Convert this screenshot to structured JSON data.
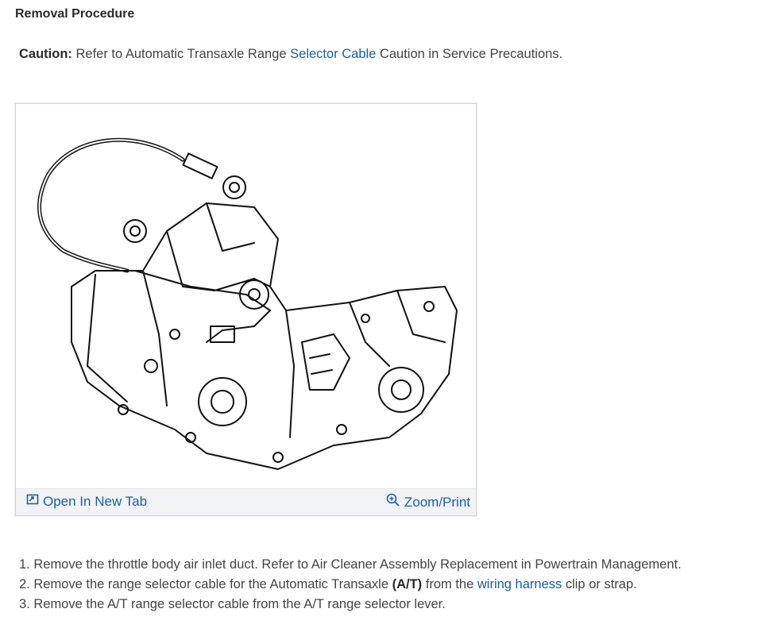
{
  "heading": "Removal Procedure",
  "caution": {
    "label": "Caution:",
    "text_before": " Refer to Automatic Transaxle Range ",
    "link": "Selector Cable",
    "text_after": " Caution in Service Precautions."
  },
  "figure": {
    "open_label": "Open In New Tab",
    "zoom_label": "Zoom/Print",
    "open_icon": "open-tab-icon",
    "zoom_icon": "zoom-icon"
  },
  "steps": [
    {
      "number": "1.",
      "text": " Remove the throttle body air inlet duct. Refer to Air Cleaner Assembly Replacement in Powertrain Management."
    },
    {
      "number": "2.",
      "text_before": " Remove the range selector cable for the Automatic Transaxle ",
      "bold": "(A/T)",
      "text_mid": " from the ",
      "link": "wiring harness",
      "text_after": " clip or strap."
    },
    {
      "number": "3.",
      "text": " Remove the A/T range selector cable from the A/T range selector lever."
    }
  ],
  "colors": {
    "link": "#1a5fa8",
    "figure_bar": "#f2f3f7"
  }
}
